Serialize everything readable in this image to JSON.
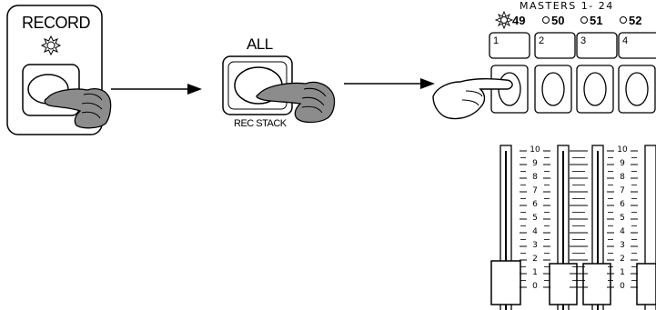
{
  "step1": {
    "label": "RECORD"
  },
  "step2": {
    "label": "ALL",
    "sublabel": "REC STACK"
  },
  "masters": {
    "title": "MASTERS 1- 24",
    "indicators": [
      "49",
      "50",
      "51",
      "52"
    ],
    "buttons": [
      "1",
      "2",
      "3",
      "4"
    ]
  },
  "fader_scale": [
    "10",
    "9",
    "8",
    "7",
    "6",
    "5",
    "4",
    "3",
    "2",
    "1",
    "0"
  ],
  "icons": {
    "record_led": "sunburst-led-icon",
    "press_hand": "pointing-hand-icon",
    "flow_arrow": "arrow-right-icon"
  },
  "colors": {
    "line": "#000000",
    "hand_fill": "#8c8c8c",
    "background": "#ffffff"
  }
}
